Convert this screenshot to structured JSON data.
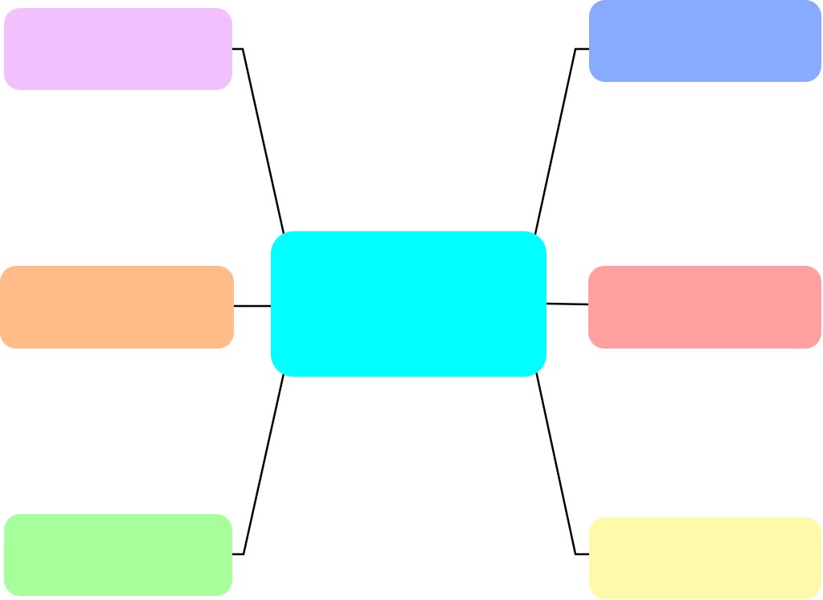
{
  "diagram": {
    "type": "mind-map",
    "center_node": {
      "color": "#00ffff"
    },
    "branch_nodes": [
      {
        "id": "top-left",
        "color": "#f2c0fe"
      },
      {
        "id": "middle-left",
        "color": "#ffbb88"
      },
      {
        "id": "bottom-left",
        "color": "#a6ff9a"
      },
      {
        "id": "top-right",
        "color": "#88aaff"
      },
      {
        "id": "middle-right",
        "color": "#ffa0a0"
      },
      {
        "id": "bottom-right",
        "color": "#fffaaa"
      }
    ],
    "connector_color": "#000000"
  }
}
